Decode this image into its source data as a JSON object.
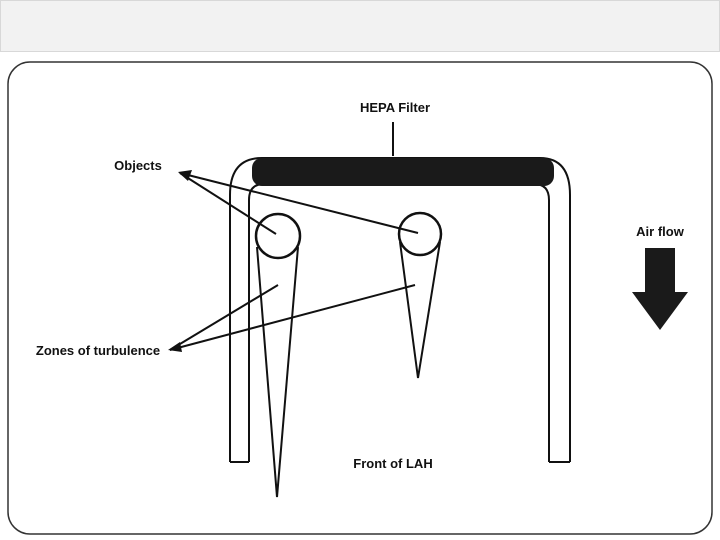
{
  "diagram": {
    "labels": {
      "filter": "HEPA Filter",
      "objects": "Objects",
      "turbulence": "Zones of turbulence",
      "airflow": "Air flow",
      "front": "Front of LAH"
    },
    "colors": {
      "ink": "#111111",
      "filter_fill": "#1a1a1a",
      "frame_border": "#333333",
      "band": "#f2f2f2"
    }
  }
}
